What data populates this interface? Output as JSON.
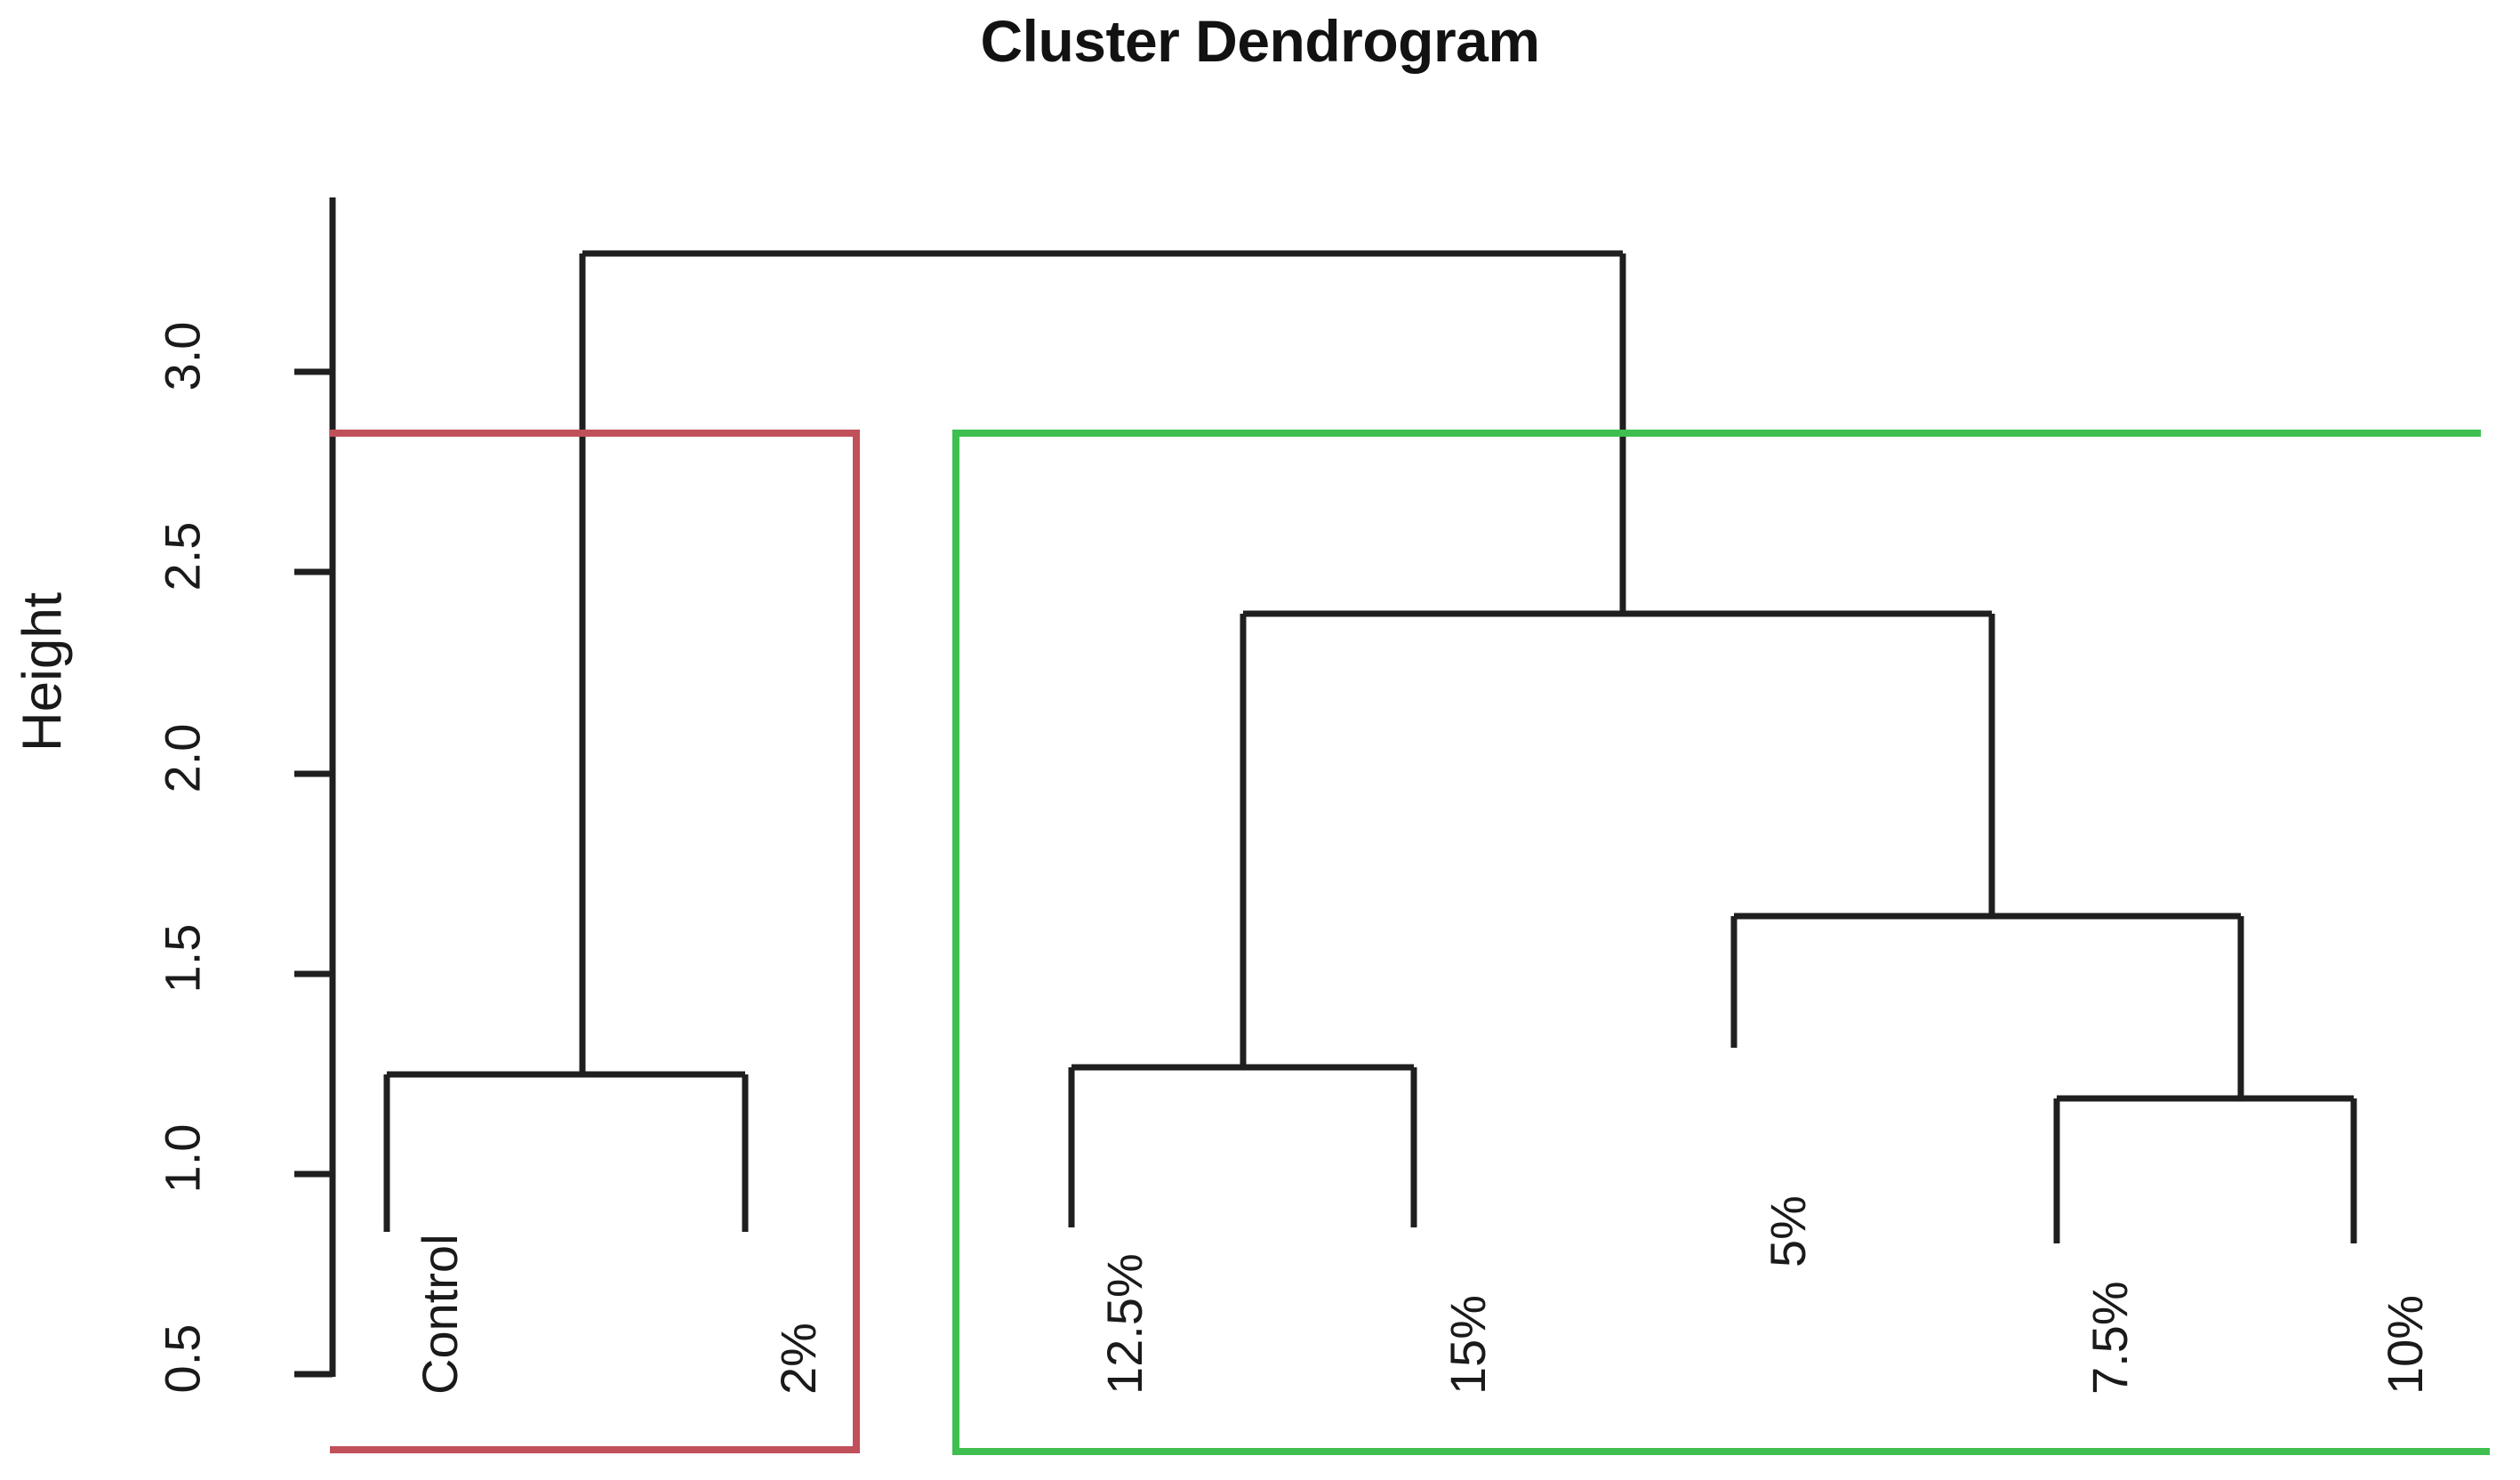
{
  "chart_data": {
    "type": "dendrogram",
    "title": "Cluster Dendrogram",
    "xlabel": "",
    "ylabel": "Height",
    "ylim": [
      0.35,
      3.45
    ],
    "y_ticks": [
      "0.5",
      "1.0",
      "1.5",
      "2.0",
      "2.5",
      "3.0"
    ],
    "y_tick_values": [
      0.5,
      1.0,
      1.5,
      2.0,
      2.5,
      3.0
    ],
    "grid": false,
    "legend": "none",
    "leaves": [
      "Control",
      "2%",
      "12.5%",
      "15%",
      "5%",
      "7.5%",
      "10%"
    ],
    "leaf_order": [
      {
        "label": "Control",
        "position": 1
      },
      {
        "label": "2%",
        "position": 2
      },
      {
        "label": "12.5%",
        "position": 3
      },
      {
        "label": "15%",
        "position": 4
      },
      {
        "label": "5%",
        "position": 5
      },
      {
        "label": "7.5%",
        "position": 6
      },
      {
        "label": "10%",
        "position": 7
      }
    ],
    "merges": [
      {
        "id": "m1",
        "members": [
          "Control",
          "2%"
        ],
        "height": 1.02
      },
      {
        "id": "m2",
        "members": [
          "12.5%",
          "15%"
        ],
        "height": 1.07
      },
      {
        "id": "m3",
        "members": [
          "7.5%",
          "10%"
        ],
        "height": 0.99
      },
      {
        "id": "m4",
        "members": [
          "5%",
          "7.5%",
          "10%"
        ],
        "height": 1.51
      },
      {
        "id": "m5",
        "members": [
          "12.5%",
          "15%",
          "5%",
          "7.5%",
          "10%"
        ],
        "height": 2.3
      },
      {
        "id": "m6",
        "members": [
          "Control",
          "2%",
          "12.5%",
          "15%",
          "5%",
          "7.5%",
          "10%"
        ],
        "height": 3.3
      }
    ],
    "cluster_boxes": [
      {
        "id": "red-cluster",
        "color": "#c0505a",
        "members": [
          "Control",
          "2%"
        ],
        "cut_height": 2.85
      },
      {
        "id": "green-cluster",
        "color": "#3fbf4f",
        "members": [
          "12.5%",
          "15%",
          "5%",
          "7.5%",
          "10%"
        ],
        "cut_height": 2.85
      }
    ],
    "colors": {
      "branch": "#1f1f1f",
      "axis": "#1f1f1f",
      "red_cluster": "#c0505a",
      "green_cluster": "#3fbf4f",
      "text": "#1a1a1a",
      "background": "#ffffff"
    }
  }
}
